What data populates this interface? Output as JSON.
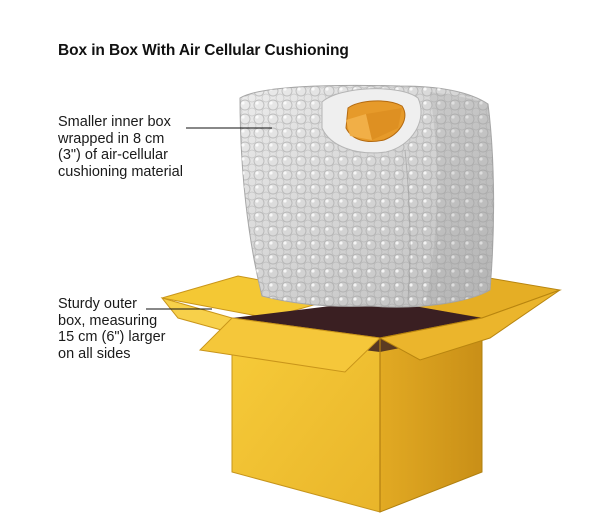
{
  "title": "Box in Box With Air Cellular Cushioning",
  "callouts": {
    "inner_box": [
      "Smaller inner box",
      "wrapped in 8 cm",
      "(3\") of air-cellular",
      "cushioning material"
    ],
    "outer_box": [
      "Sturdy outer",
      "box, measuring",
      "15 cm (6\") larger",
      "on all sides"
    ]
  },
  "colors": {
    "box_front": "#f2c230",
    "box_side": "#d9a11f",
    "box_dark": "#3a1f22",
    "flap_light": "#f6cf3f",
    "bubble_wrap": "#d8d8d8",
    "inner_box": "#e69a2a"
  }
}
